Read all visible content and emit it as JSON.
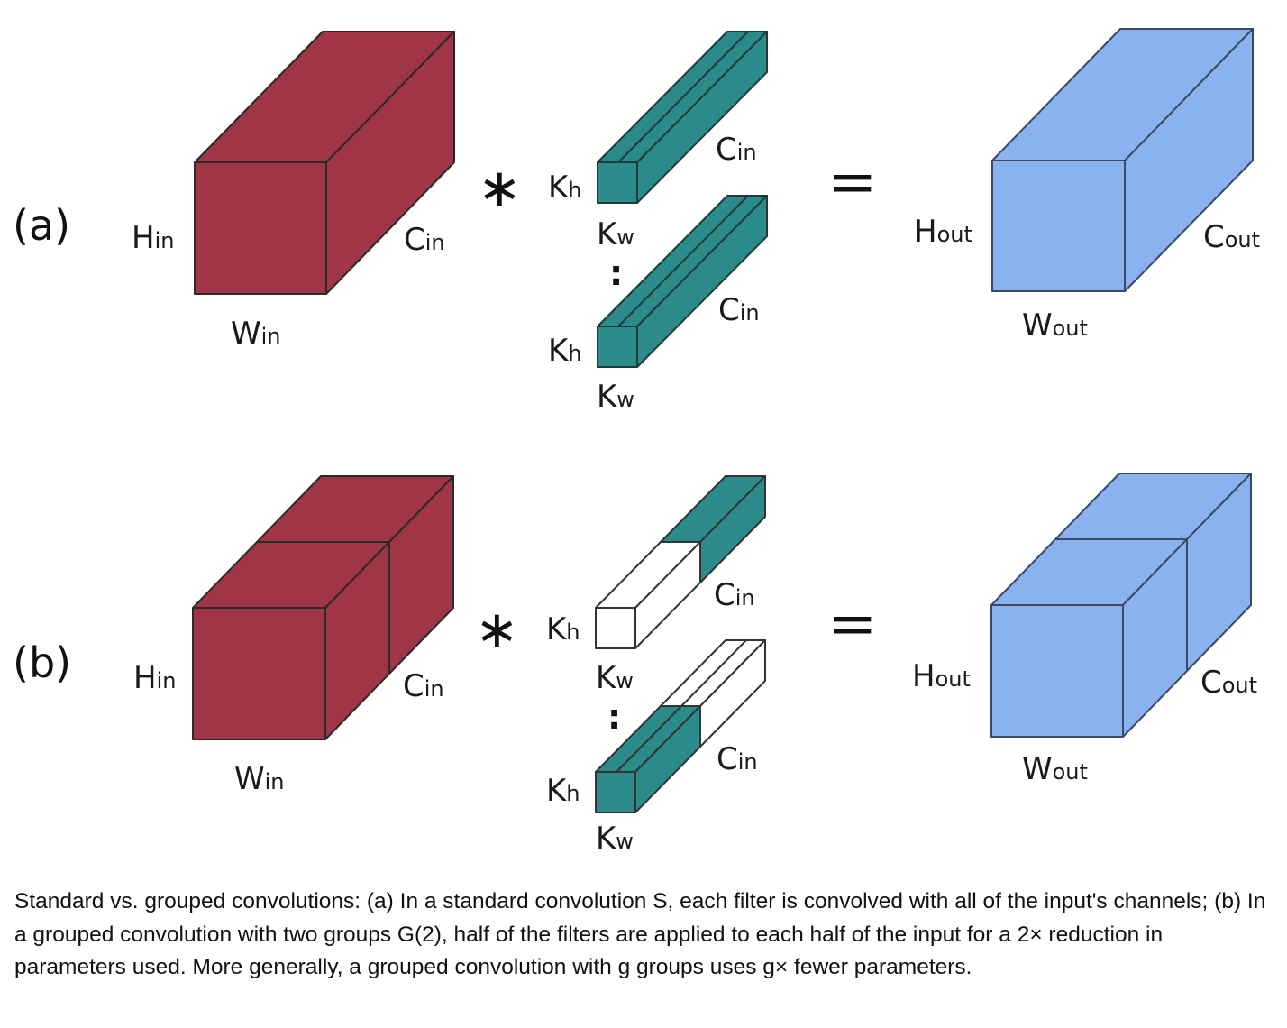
{
  "colors": {
    "input": "#A03545",
    "filter": "#2B8A8A",
    "output": "#89B2EE",
    "edge": "#2a2a2a"
  },
  "panels": {
    "a": {
      "tag": "(a)",
      "input": {
        "H": "H",
        "H_sub": "in",
        "W": "W",
        "W_sub": "in",
        "C": "C",
        "C_sub": "in"
      },
      "operator": "∗",
      "filter1": {
        "Kh": "K",
        "Kh_sub": "h",
        "Kw": "K",
        "Kw_sub": "w",
        "C": "C",
        "C_sub": "in"
      },
      "ellipsis": ":",
      "filter2": {
        "Kh": "K",
        "Kh_sub": "h",
        "Kw": "K",
        "Kw_sub": "w",
        "C": "C",
        "C_sub": "in"
      },
      "equals": "=",
      "output": {
        "H": "H",
        "H_sub": "out",
        "W": "W",
        "W_sub": "out",
        "C": "C",
        "C_sub": "out"
      }
    },
    "b": {
      "tag": "(b)",
      "input": {
        "H": "H",
        "H_sub": "in",
        "W": "W",
        "W_sub": "in",
        "C": "C",
        "C_sub": "in"
      },
      "operator": "∗",
      "filter1": {
        "Kh": "K",
        "Kh_sub": "h",
        "Kw": "K",
        "Kw_sub": "w",
        "C": "C",
        "C_sub": "in"
      },
      "ellipsis": ":",
      "filter2": {
        "Kh": "K",
        "Kh_sub": "h",
        "Kw": "K",
        "Kw_sub": "w",
        "C": "C",
        "C_sub": "in"
      },
      "equals": "=",
      "output": {
        "H": "H",
        "H_sub": "out",
        "W": "W",
        "W_sub": "out",
        "C": "C",
        "C_sub": "out"
      }
    }
  },
  "caption": "Standard vs. grouped convolutions: (a) In a standard convolution S, each filter is convolved with all of the input's channels; (b) In a grouped convolution with two groups G(2), half of the filters are applied to each half of the input for a 2× reduction in parameters used. More generally, a grouped convolution with g groups uses g× fewer parameters."
}
